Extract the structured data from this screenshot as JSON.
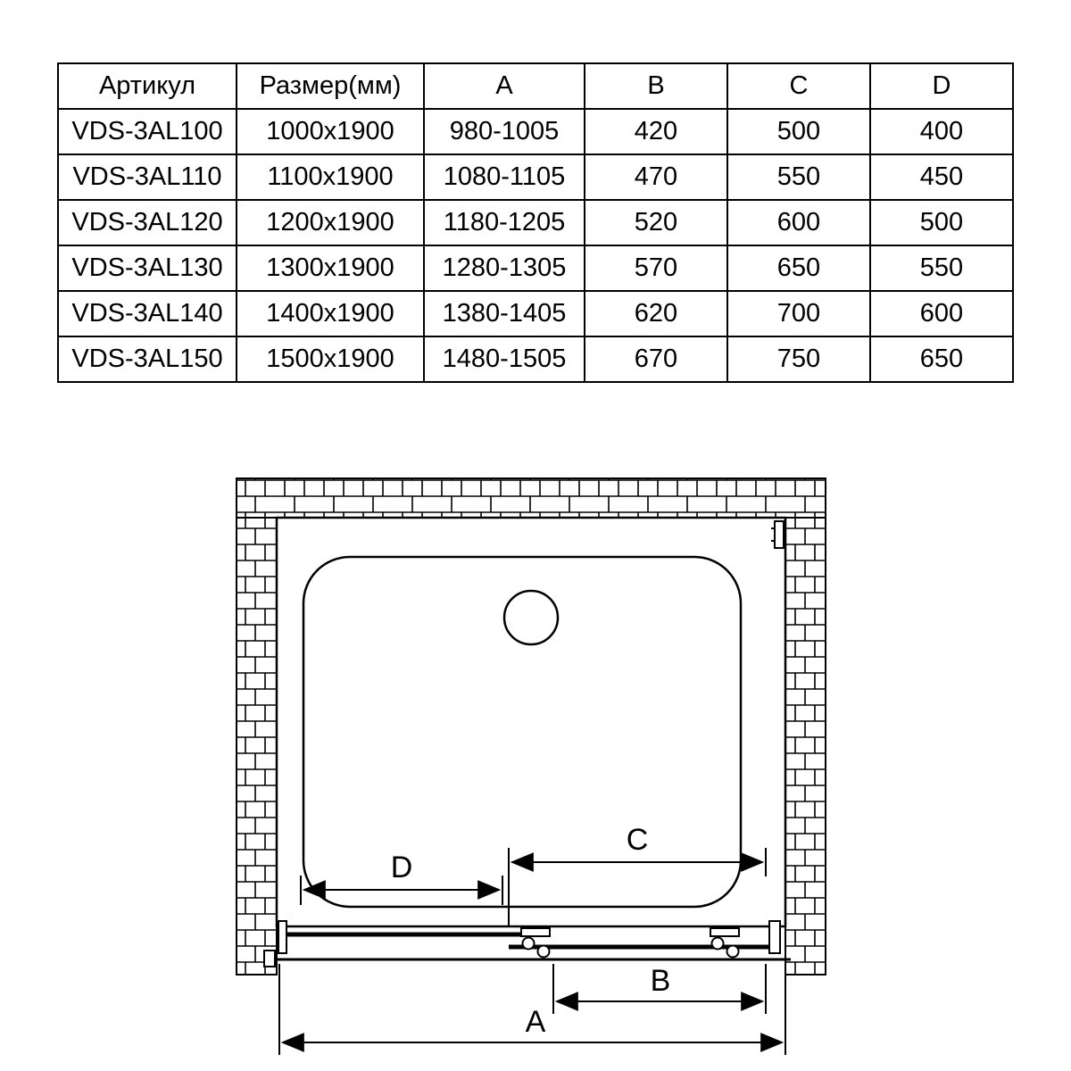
{
  "table": {
    "headers": [
      "Артикул",
      "Размер(мм)",
      "A",
      "B",
      "C",
      "D"
    ],
    "rows": [
      [
        "VDS-3AL100",
        "1000x1900",
        "980-1005",
        "420",
        "500",
        "400"
      ],
      [
        "VDS-3AL110",
        "1100x1900",
        "1080-1105",
        "470",
        "550",
        "450"
      ],
      [
        "VDS-3AL120",
        "1200x1900",
        "1180-1205",
        "520",
        "600",
        "500"
      ],
      [
        "VDS-3AL130",
        "1300x1900",
        "1280-1305",
        "570",
        "650",
        "550"
      ],
      [
        "VDS-3AL140",
        "1400x1900",
        "1380-1405",
        "620",
        "700",
        "600"
      ],
      [
        "VDS-3AL150",
        "1500x1900",
        "1480-1505",
        "670",
        "750",
        "650"
      ]
    ]
  },
  "diagram": {
    "labels": {
      "a": "A",
      "b": "B",
      "c": "C",
      "d": "D"
    },
    "colors": {
      "line": "#000000",
      "background": "#ffffff"
    }
  }
}
